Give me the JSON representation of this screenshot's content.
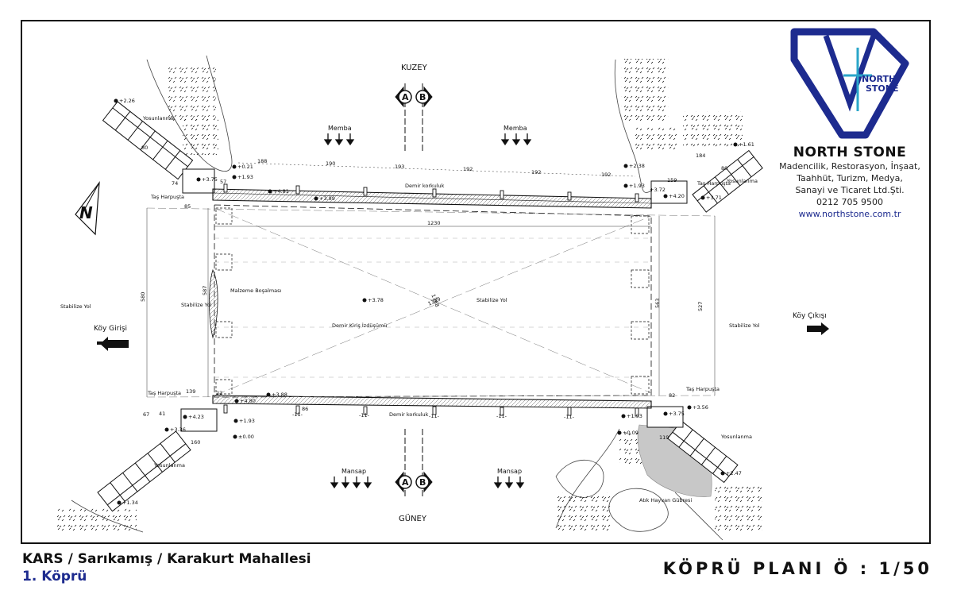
{
  "logo": {
    "brand_line1": "NORTH",
    "brand_line2": "STONE",
    "brand_color": "#1d2b8f",
    "accent_color": "#2aa6c9"
  },
  "company": {
    "name": "NORTH STONE",
    "lines": [
      "Madencilik, Restorasyon, İnşaat,",
      "Taahhüt, Turizm, Medya,",
      "Sanayi ve Ticaret Ltd.Şti.",
      "0212 705 9500"
    ],
    "website": "www.northstone.com.tr"
  },
  "footer": {
    "location": "KARS / Sarıkamış / Karakurt Mahallesi",
    "subtitle": "1. Köprü",
    "title": "KÖPRÜ PLANI  Ö : 1/50"
  },
  "plan": {
    "north_label": "KUZEY",
    "south_label": "GÜNEY",
    "section_a": "A",
    "section_b": "B",
    "upstream": "Memba",
    "downstream": "Mansap",
    "village_entry": "Köy Girişi",
    "village_exit": "Köy Çıkışı",
    "north_arrow": "N",
    "stabilized_road": "Stabilize Yol",
    "iron_railing": "Demir korkuluk",
    "iron_beam_trace": "Demir Kiriş İzdüşümü",
    "material_dump": "Malzeme Boşalması",
    "stone_wall": "Taş Harpuşta",
    "moss": "Yosunlanma",
    "animal_waste": "Atık Hayvan Gübresi",
    "dims_top": [
      "188",
      "190",
      "193",
      "192",
      "192",
      "192"
    ],
    "dim_span": "1230",
    "dim_left_wall": "85",
    "dim_bottom_left": "139",
    "dim_bottom_right": "82",
    "dim_left_height": "580",
    "dim_left_inner": "587",
    "dim_right_inner": "563",
    "dim_right_height": "527",
    "diag_1": "1368",
    "diag_2": "1339",
    "dim_160": "160",
    "dim_119": "119",
    "dim_159": "159",
    "dim_22": "22",
    "dim_74": "74",
    "dim_41": "41",
    "dim_67": "67",
    "dim_57": "57",
    "dim_80": "80",
    "dim_86": "86",
    "dim_184": "184",
    "dim_11": "-11-",
    "levels": {
      "l226": "+2.26",
      "l021": "+0.21",
      "l193": "+1.93",
      "l375": "+3.75",
      "l481": "+4.81",
      "l389": "+3.89",
      "l378": "+3.78",
      "l238": "+2.38",
      "l372": "+3.72",
      "l420": "+4.20",
      "l371": "+3.71",
      "l161": "+1.61",
      "l388": "+3.88",
      "l480": "+4.80",
      "l423": "+4.23",
      "l336": "+3.36",
      "l000": "±0.00",
      "l134": "+1.34",
      "l009": "+0.09",
      "l356": "+3.56",
      "l247": "+2.47"
    }
  }
}
